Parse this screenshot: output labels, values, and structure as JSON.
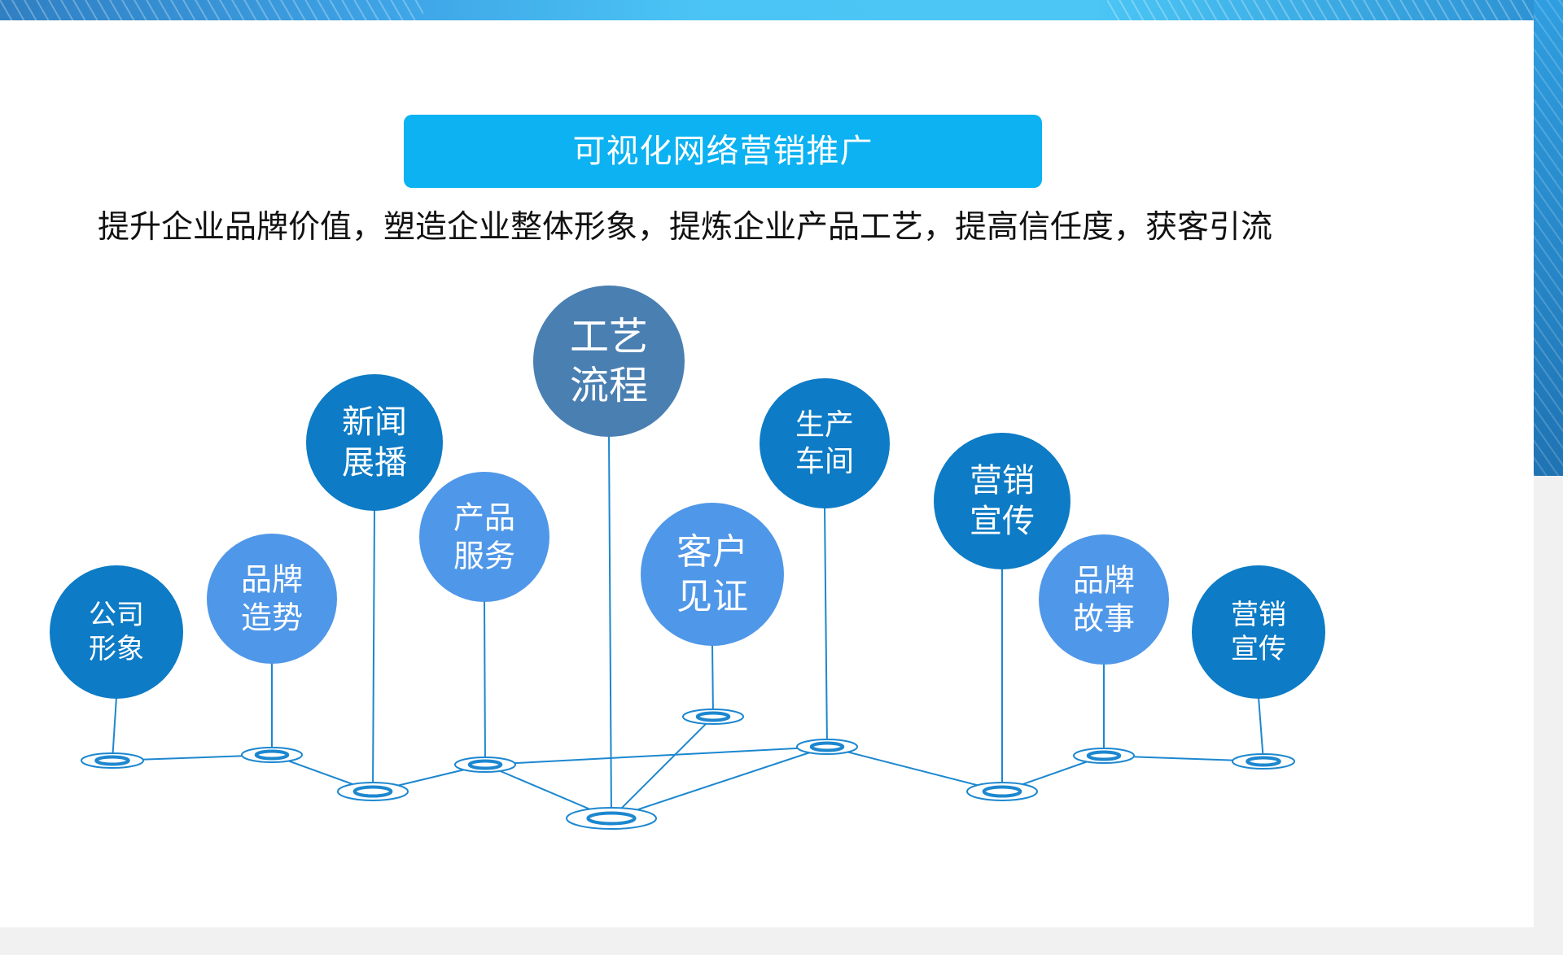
{
  "title": "可视化网络营销推广",
  "subtitle": "提升企业品牌价值，塑造企业整体形象，提炼企业产品工艺，提高信任度，获客引流",
  "colors": {
    "title_bg": "#0cb2f1",
    "line": "#1c87cf",
    "node_dark": "#0d7bc5",
    "node_mid": "#2a8de0",
    "node_light": "#4f97e8",
    "node_steel": "#4a7fb2"
  },
  "nodes": [
    {
      "id": "company-image",
      "line1": "公司",
      "line2": "形象",
      "color": "node_dark"
    },
    {
      "id": "brand-build",
      "line1": "品牌",
      "line2": "造势",
      "color": "node_light"
    },
    {
      "id": "news-broadcast",
      "line1": "新闻",
      "line2": "展播",
      "color": "node_dark"
    },
    {
      "id": "product-service",
      "line1": "产品",
      "line2": "服务",
      "color": "node_light"
    },
    {
      "id": "process-flow",
      "line1": "工艺",
      "line2": "流程",
      "color": "node_steel"
    },
    {
      "id": "customer-testimonial",
      "line1": "客户",
      "line2": "见证",
      "color": "node_light"
    },
    {
      "id": "production-workshop",
      "line1": "生产",
      "line2": "车间",
      "color": "node_dark"
    },
    {
      "id": "marketing-promo-1",
      "line1": "营销",
      "line2": "宣传",
      "color": "node_dark"
    },
    {
      "id": "brand-story",
      "line1": "品牌",
      "line2": "故事",
      "color": "node_light"
    },
    {
      "id": "marketing-promo-2",
      "line1": "营销",
      "line2": "宣传",
      "color": "node_dark"
    }
  ],
  "links": [
    [
      "company-image",
      "brand-build"
    ],
    [
      "brand-build",
      "news-broadcast"
    ],
    [
      "news-broadcast",
      "product-service"
    ],
    [
      "product-service",
      "process-flow"
    ],
    [
      "product-service",
      "production-workshop"
    ],
    [
      "process-flow",
      "customer-testimonial"
    ],
    [
      "process-flow",
      "production-workshop"
    ],
    [
      "production-workshop",
      "marketing-promo-1"
    ],
    [
      "marketing-promo-1",
      "brand-story"
    ],
    [
      "brand-story",
      "marketing-promo-2"
    ]
  ]
}
